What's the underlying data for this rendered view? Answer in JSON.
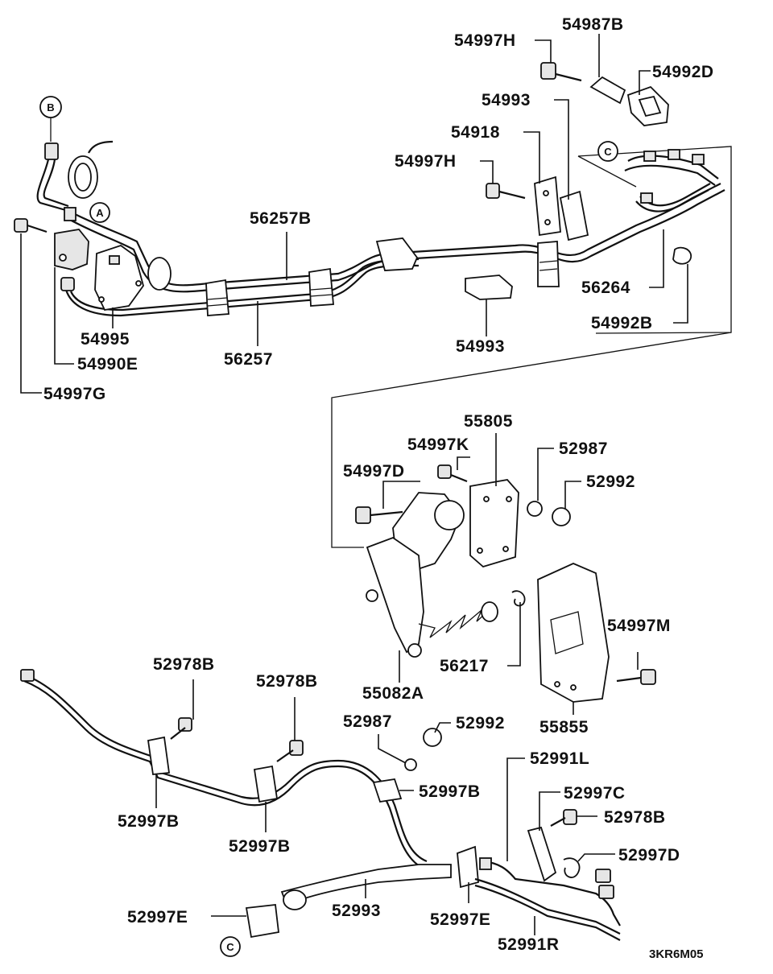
{
  "diagram_code": "3KR6M05",
  "reference_markers": {
    "A": "A",
    "B": "B",
    "C_upper": "C",
    "C_lower": "C"
  },
  "part_labels": {
    "p54997H_top": "54997H",
    "p54987B": "54987B",
    "p54992D": "54992D",
    "p54993_top": "54993",
    "p54918": "54918",
    "p54997H_mid": "54997H",
    "p56257B": "56257B",
    "p56264": "56264",
    "p54992B": "54992B",
    "p54995": "54995",
    "p54990E": "54990E",
    "p56257": "56257",
    "p54993_mid": "54993",
    "p54997G": "54997G",
    "p55805": "55805",
    "p54997K": "54997K",
    "p52987_upper": "52987",
    "p54997D": "54997D",
    "p52992_upper": "52992",
    "p54997M": "54997M",
    "p56217": "56217",
    "p55082A": "55082A",
    "p55855": "55855",
    "p52978B_left": "52978B",
    "p52978B_mid": "52978B",
    "p52987_lower": "52987",
    "p52992_lower": "52992",
    "p52991L": "52991L",
    "p52997B_right": "52997B",
    "p52997C": "52997C",
    "p52978B_right": "52978B",
    "p52997B_left": "52997B",
    "p52997B_mid": "52997B",
    "p52997D": "52997D",
    "p52997E_left": "52997E",
    "p52993": "52993",
    "p52997E_mid": "52997E",
    "p52991R": "52991R"
  }
}
